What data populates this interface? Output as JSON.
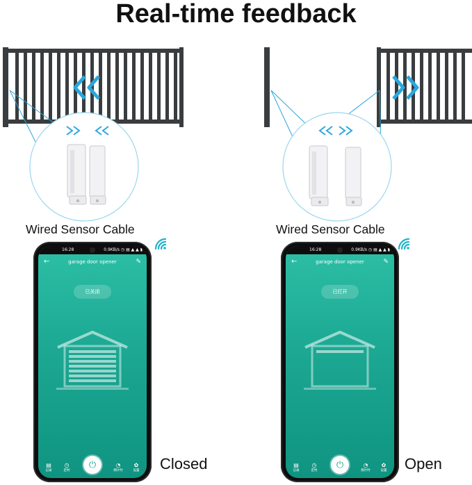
{
  "title": "Real-time feedback",
  "panels": [
    {
      "state": "closed",
      "caption": "Wired Sensor Cable",
      "state_label": "Closed",
      "phone": {
        "status_time": "16:28",
        "status_net": "0.9KB/s ◷ ▤ ▲ ▲ ▮",
        "app_title": "garage door opener",
        "status_pill": "已关闭",
        "tabs": [
          "记录",
          "定时",
          "倒计时",
          "设置"
        ]
      }
    },
    {
      "state": "open",
      "caption": "Wired Sensor Cable",
      "state_label": "Open",
      "phone": {
        "status_time": "16:28",
        "status_net": "0.9KB/s ◷ ▤ ▲ ▲ ▮",
        "app_title": "garage door opener",
        "status_pill": "已打开",
        "tabs": [
          "记录",
          "定时",
          "倒计时",
          "设置"
        ]
      }
    }
  ],
  "colors": {
    "accent": "#1ca893",
    "gate": "#3a3d3f",
    "arrow": "#2aa7dd",
    "wifi": "#1eb3c9"
  },
  "icons": {
    "back": "back-arrow-icon",
    "edit": "pencil-icon",
    "power": "power-icon",
    "wifi": "wifi-icon"
  }
}
